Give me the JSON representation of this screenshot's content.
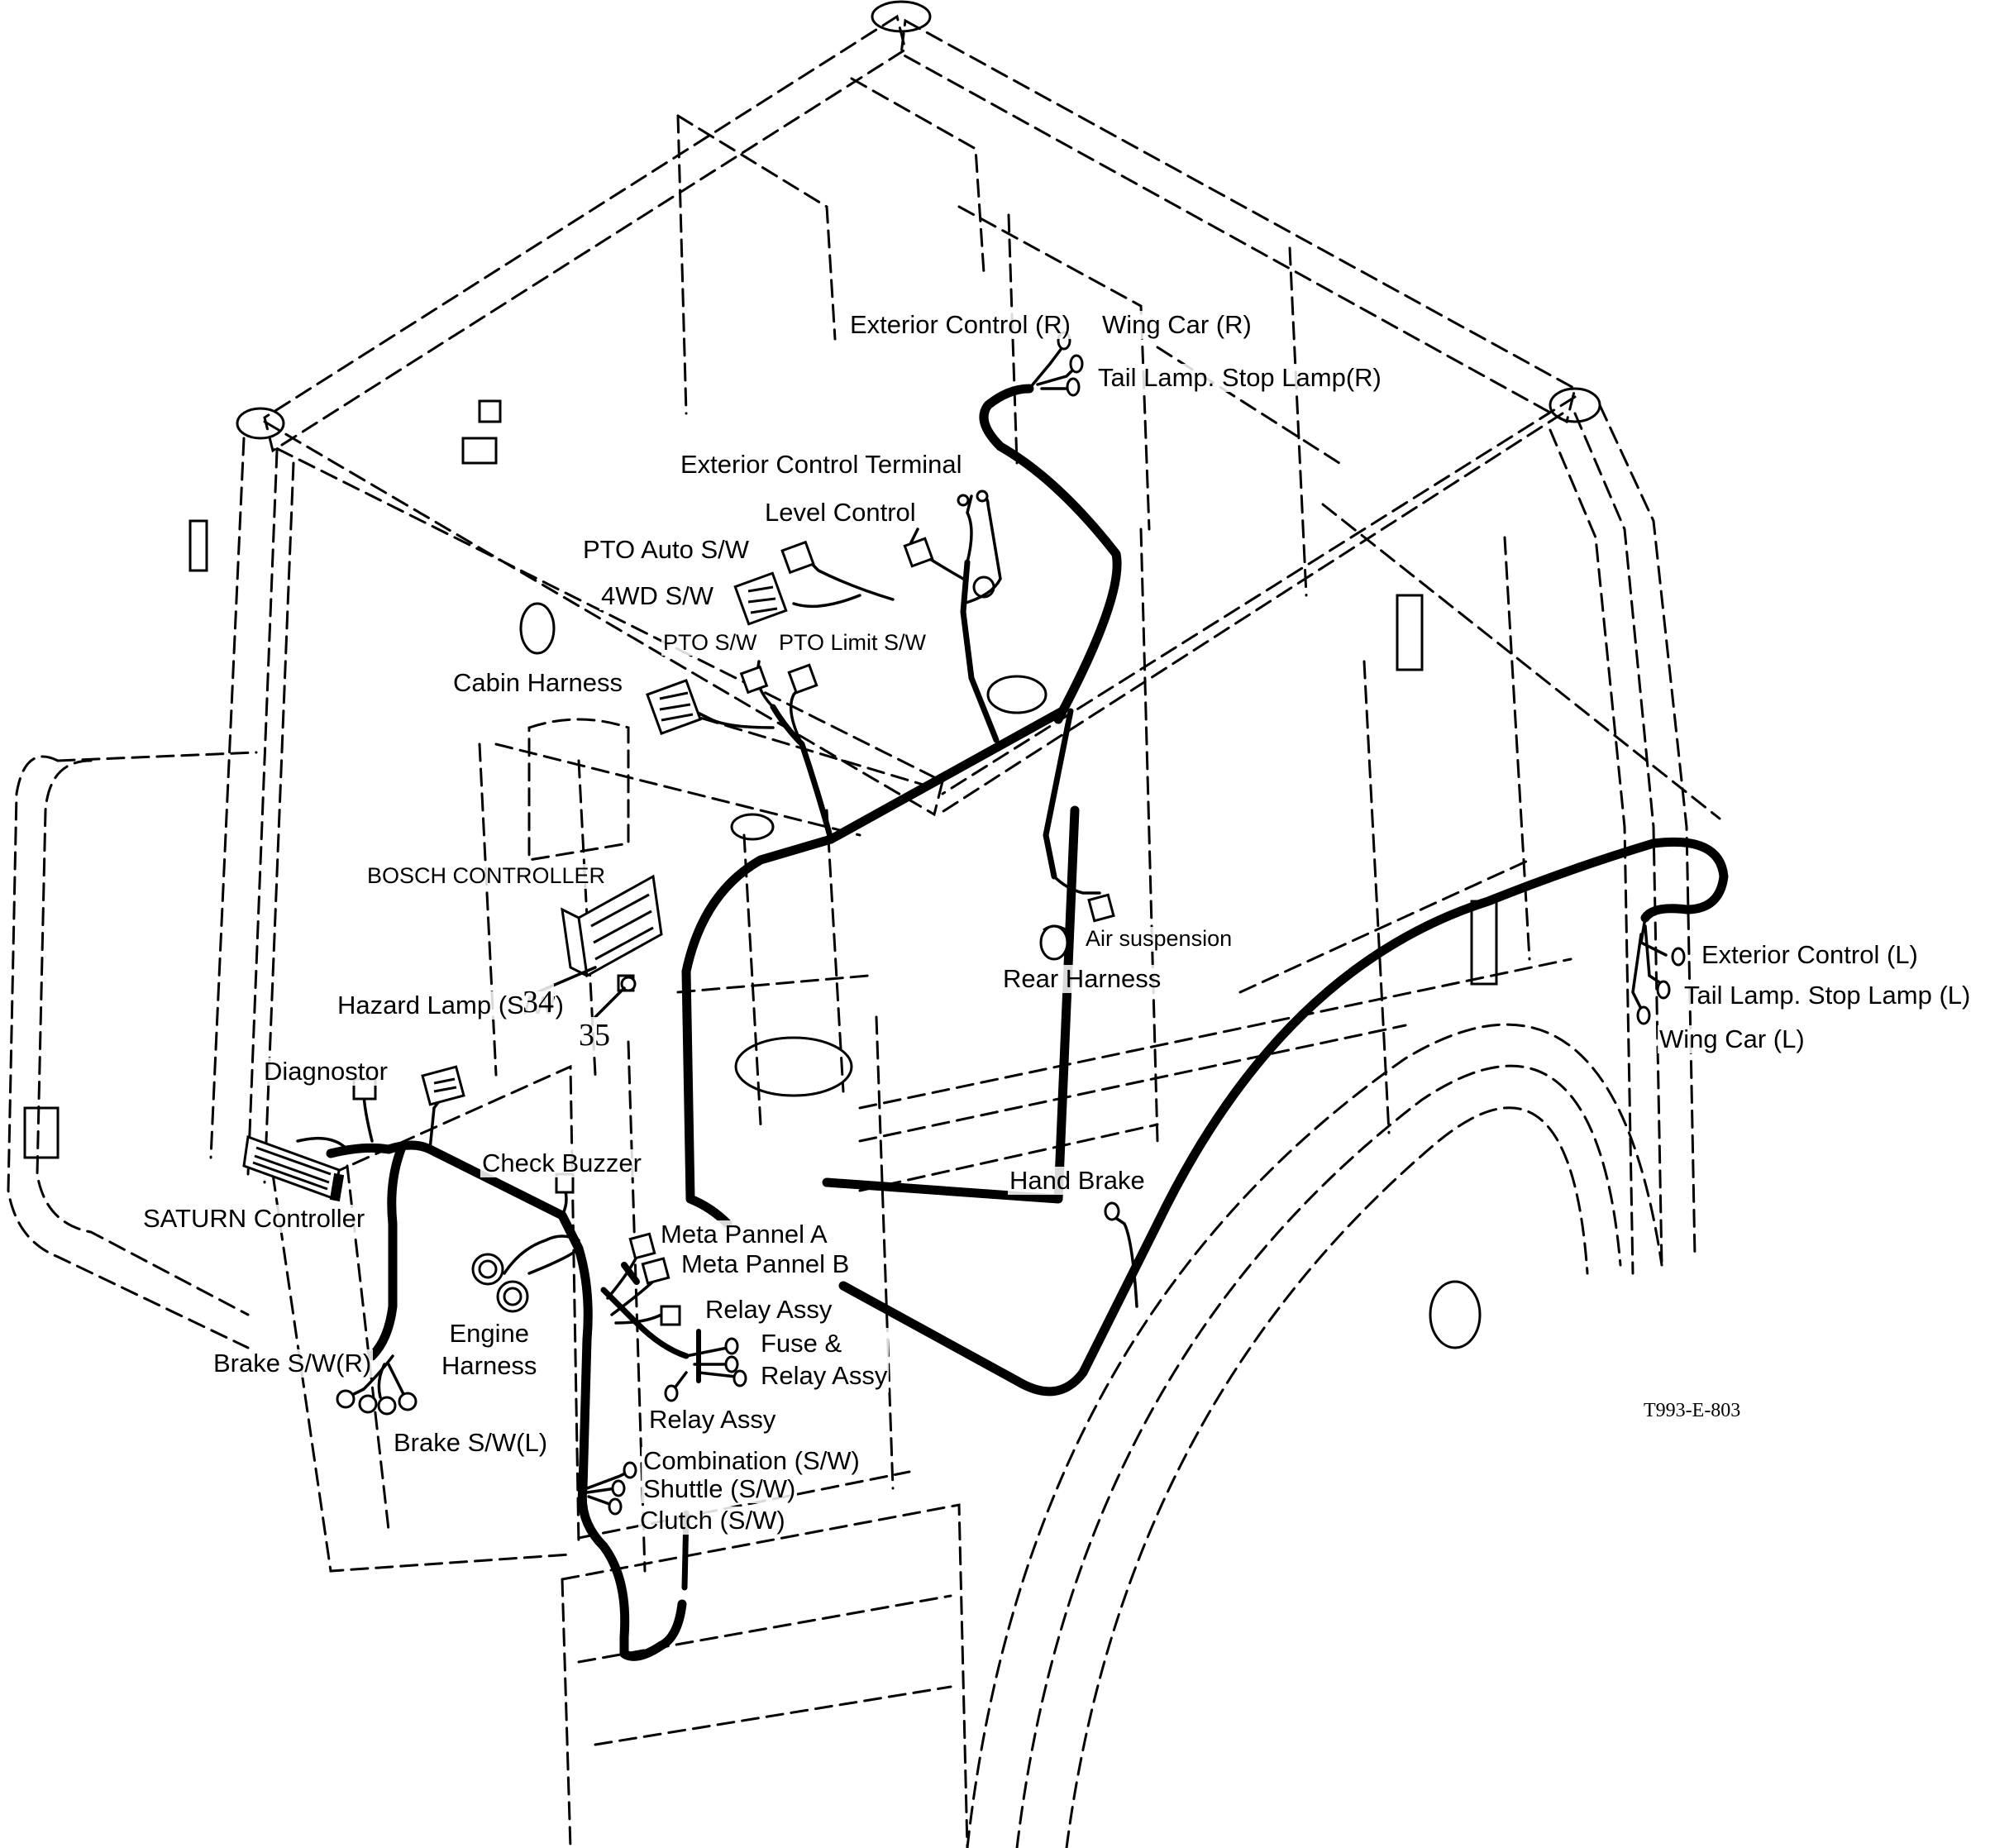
{
  "figure_id": "T993-E-803",
  "ref_numbers": {
    "n34": "34",
    "n35": "35"
  },
  "labels": {
    "exterior_control_r": "Exterior Control (R)",
    "wing_car_r": "Wing Car (R)",
    "tail_lamp_r": "Tail Lamp. Stop Lamp(R)",
    "exterior_control_terminal": "Exterior Control Terminal",
    "level_control": "Level Control",
    "pto_auto_sw": "PTO Auto S/W",
    "wd4_sw": "4WD S/W",
    "pto_sw": "PTO S/W",
    "pto_limit_sw": "PTO Limit S/W",
    "cabin_harness": "Cabin Harness",
    "bosch_controller": "BOSCH CONTROLLER",
    "air_suspension": "Air suspension",
    "rear_harness": "Rear Harness",
    "exterior_control_l": "Exterior Control (L)",
    "tail_lamp_l": "Tail Lamp. Stop Lamp (L)",
    "wing_car_l": "Wing Car (L)",
    "hazard_lamp": "Hazard Lamp (S/W)",
    "diagnostor": "Diagnostor",
    "check_buzzer": "Check Buzzer",
    "saturn_controller": "SATURN Controller",
    "hand_brake": "Hand Brake",
    "meta_pannel_a": "Meta Pannel A",
    "meta_pannel_b": "Meta Pannel B",
    "relay_assy_1": "Relay Assy",
    "fuse_relay": "Fuse &\nRelay Assy",
    "engine_harness": "Engine\nHarness",
    "brake_sw_r": "Brake S/W(R)",
    "relay_assy_2": "Relay Assy",
    "brake_sw_l": "Brake S/W(L)",
    "combination_sw": "Combination (S/W)",
    "shuttle_sw": "Shuttle (S/W)",
    "clutch_sw": "Clutch (S/W)"
  }
}
